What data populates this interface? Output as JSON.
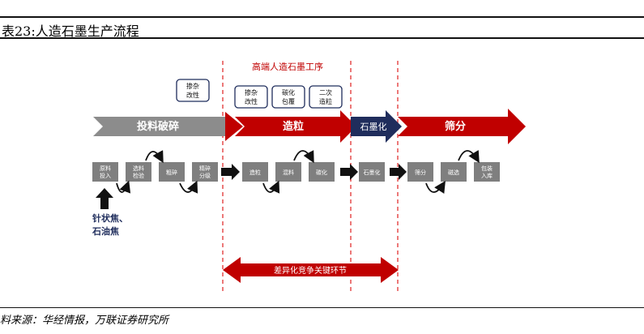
{
  "title": "表23:人造石墨生产流程",
  "source": "料来源：华经情报，万联证券研究所",
  "diagram": {
    "top_label": "高端人造石墨工序",
    "stages": [
      {
        "label": "投料破碎",
        "color": "#8c8c8c"
      },
      {
        "label": "造粒",
        "color": "#c00000"
      },
      {
        "label": "石墨化",
        "color": "#1f2d5c"
      },
      {
        "label": "筛分",
        "color": "#c00000"
      }
    ],
    "note_boxes": [
      {
        "line1": "掺杂",
        "line2": "改性"
      },
      {
        "line1": "掺杂",
        "line2": "改性"
      },
      {
        "line1": "碳化",
        "line2": "包覆"
      },
      {
        "line1": "二次",
        "line2": "造粒"
      }
    ],
    "process_boxes": [
      {
        "line1": "原料",
        "line2": "投入"
      },
      {
        "line1": "选料",
        "line2": "检验"
      },
      {
        "line1": "粗碎",
        "line2": ""
      },
      {
        "line1": "精碎",
        "line2": "分级"
      },
      {
        "line1": "造粒",
        "line2": ""
      },
      {
        "line1": "混料",
        "line2": ""
      },
      {
        "line1": "碳化",
        "line2": ""
      },
      {
        "line1": "石墨化",
        "line2": ""
      },
      {
        "line1": "筛分",
        "line2": ""
      },
      {
        "line1": "磁选",
        "line2": ""
      },
      {
        "line1": "包装",
        "line2": "入库"
      }
    ],
    "raw_material_line1": "针状焦、",
    "raw_material_line2": "石油焦",
    "bottom_label": "差异化竞争关键环节",
    "colors": {
      "gray": "#8c8c8c",
      "box": "#7f7f7f",
      "red": "#c00000",
      "navy": "#1f2d5c",
      "note_border": "#1f2d5c"
    }
  }
}
